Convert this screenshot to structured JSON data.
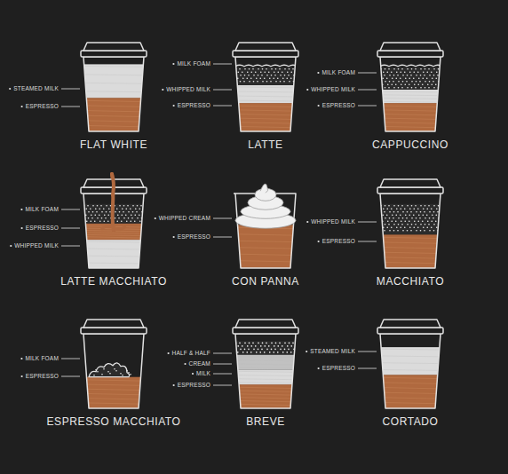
{
  "diagram": {
    "nodes": [
      {
        "text": [
          "FLAT WHITE"
        ]
      },
      {
        "text": [
          "LATTE"
        ]
      },
      {
        "text": [
          "CAPPUCCINO"
        ]
      },
      {
        "text": [
          "LATTE MACCHIATO"
        ]
      },
      {
        "text": [
          "CON PANNA"
        ]
      },
      {
        "text": [
          "MACCHIATO"
        ]
      },
      {
        "text": [
          "ESPRESSO MACCHIATO"
        ]
      },
      {
        "text": [
          "BREVE"
        ]
      },
      {
        "text": [
          "CORTADO"
        ]
      }
    ],
    "labels": [
      "STEAMED MILK",
      "ESPRESSO",
      "MILK FOAM",
      "WHIPPED MILK",
      "ESPRESSO",
      "MILK FOAM",
      "WHIPPED MILK",
      "ESPRESSO",
      "MILK FOAM",
      "ESPRESSO",
      "WHIPPED MILK",
      "WHIPPED CREAM",
      "ESPRESSO",
      "WHIPPED MILK",
      "ESPRESSO",
      "MILK FOAM",
      "ESPRESSO",
      "HALF & HALF",
      "CREAM",
      "MILK",
      "ESPRESSO",
      "STEAMED MILK",
      "ESPRESSO"
    ]
  }
}
